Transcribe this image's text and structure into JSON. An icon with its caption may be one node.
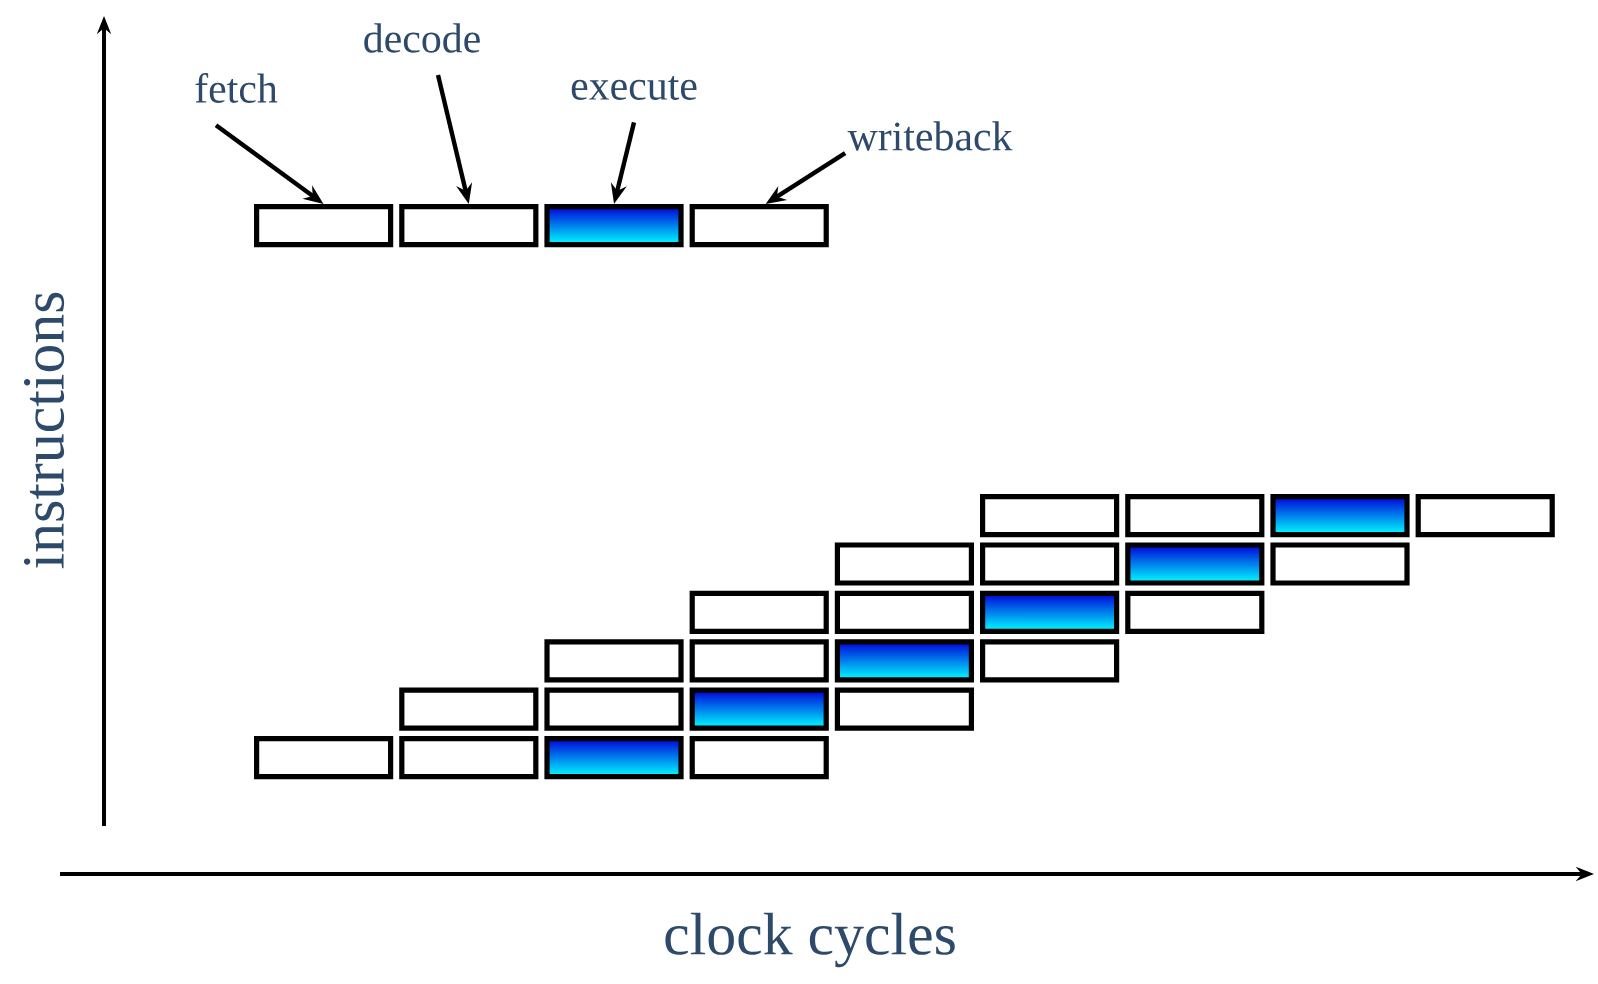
{
  "diagram": {
    "nodes": [
      {
        "text": [
          "fetch"
        ]
      },
      {
        "text": [
          "decode"
        ]
      },
      {
        "text": [
          "execute"
        ]
      },
      {
        "text": [
          "writeback"
        ]
      },
      {
        "text": [],
        "shape": "box"
      },
      {
        "text": [],
        "shape": "box"
      },
      {
        "text": [],
        "shape": "box"
      },
      {
        "text": [],
        "shape": "box"
      },
      {
        "text": [],
        "shape": "box"
      },
      {
        "text": [],
        "shape": "box"
      },
      {
        "text": [],
        "shape": "box"
      },
      {
        "text": [],
        "shape": "box"
      },
      {
        "text": [],
        "shape": "box"
      },
      {
        "text": [],
        "shape": "box"
      },
      {
        "text": [],
        "shape": "box"
      },
      {
        "text": [],
        "shape": "box"
      },
      {
        "text": [],
        "shape": "box"
      },
      {
        "text": [],
        "shape": "box"
      },
      {
        "text": [],
        "shape": "box"
      },
      {
        "text": [],
        "shape": "box"
      },
      {
        "text": [],
        "shape": "box"
      },
      {
        "text": [],
        "shape": "box"
      },
      {
        "text": [],
        "shape": "box"
      },
      {
        "text": [],
        "shape": "box"
      },
      {
        "text": [],
        "shape": "box"
      },
      {
        "text": [],
        "shape": "box"
      },
      {
        "text": [],
        "shape": "box"
      },
      {
        "text": [],
        "shape": "box"
      },
      {
        "text": [],
        "shape": "box"
      },
      {
        "text": [],
        "shape": "box"
      },
      {
        "text": [],
        "shape": "box"
      },
      {
        "text": [],
        "shape": "box"
      }
    ],
    "edges": [
      {
        "from": 0,
        "to": 4,
        "arrow": "to"
      },
      {
        "from": 1,
        "to": 5,
        "arrow": "to"
      },
      {
        "from": 2,
        "to": 6,
        "arrow": "to"
      },
      {
        "from": 3,
        "to": 7,
        "arrow": "to"
      }
    ],
    "labels": [
      "instructions",
      "clock cycles"
    ]
  }
}
